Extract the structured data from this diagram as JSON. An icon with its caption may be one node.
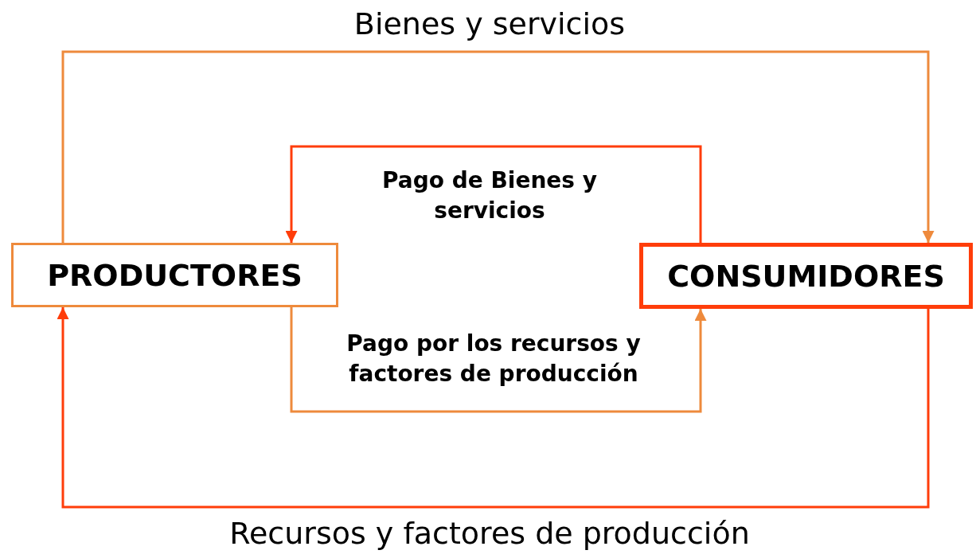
{
  "diagram": {
    "nodes": [
      {
        "text": [
          "PRODUCTORES"
        ]
      },
      {
        "text": [
          "CONSUMIDORES"
        ]
      }
    ],
    "edges": [
      {
        "from": 0,
        "to": 1,
        "arrow": "to",
        "label": "Bienes y servicios",
        "color": "#ee8a3c"
      },
      {
        "from": 1,
        "to": 0,
        "arrow": "to",
        "label": "Pago de Bienes y servicios",
        "color": "#ff3d0a"
      },
      {
        "from": 0,
        "to": 1,
        "arrow": "to",
        "label": "Pago por los recursos y factores de producción",
        "color": "#ee8a3c"
      },
      {
        "from": 1,
        "to": 0,
        "arrow": "to",
        "label": "Recursos y factores de producción",
        "color": "#ff3d0a"
      }
    ]
  }
}
